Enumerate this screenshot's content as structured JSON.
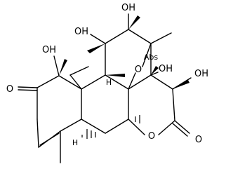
{
  "molecule": {
    "atom_labels": {
      "oh_c1": "OH",
      "oh_c11": "OH",
      "oh_c12": "OH",
      "oh_c13": "OH",
      "oh_c15": "OH",
      "o_ketone": "O",
      "o_bridge": "O",
      "o_lactone_ring": "O",
      "o_lactone_carbonyl": "O"
    },
    "annotation_abs": "Abs",
    "stereo_h_marker": "H"
  }
}
